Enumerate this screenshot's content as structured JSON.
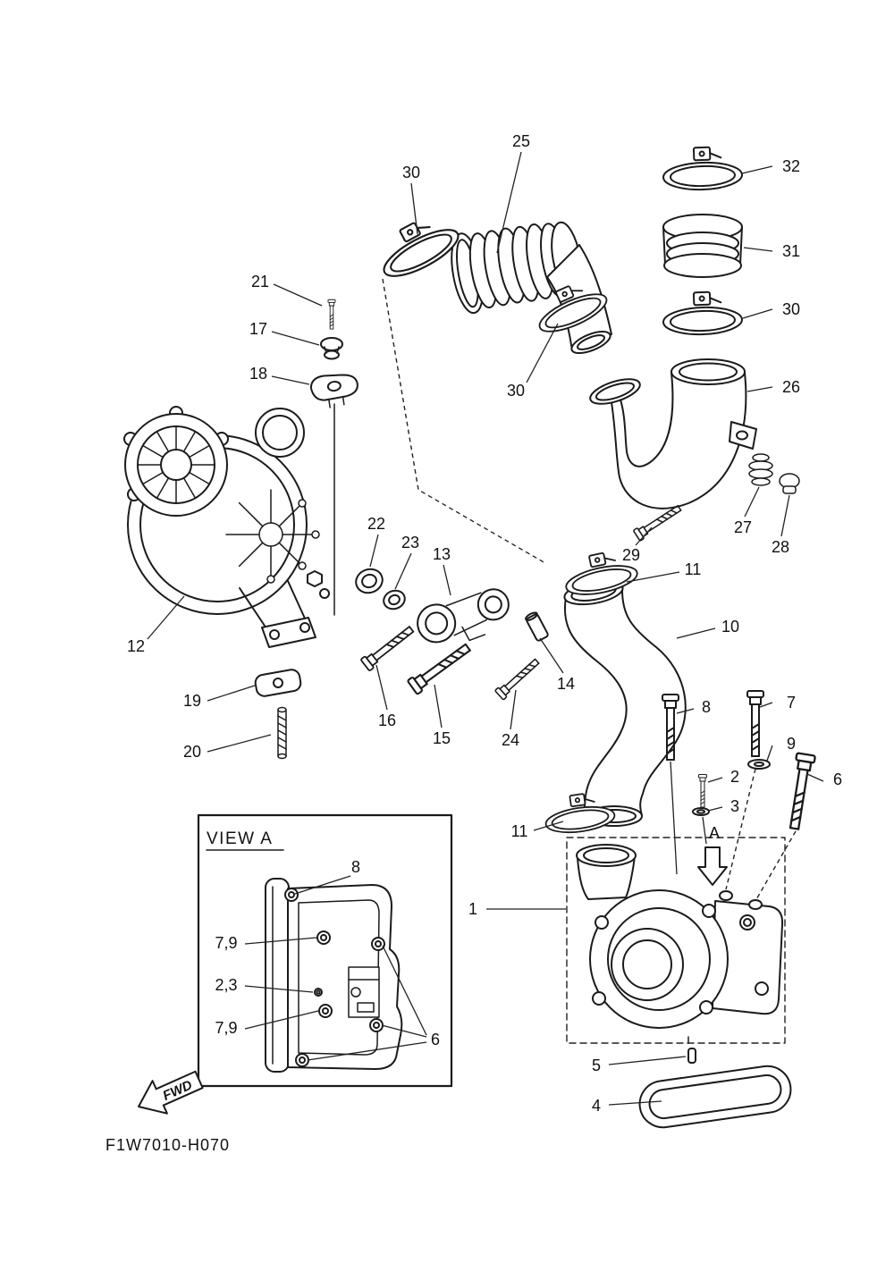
{
  "diagram": {
    "code": "F1W7010-H070",
    "view_label": "VIEW A",
    "fwd_label": "FWD",
    "section_marker": "A"
  },
  "callouts": [
    {
      "label": "25"
    },
    {
      "label": "30"
    },
    {
      "label": "32"
    },
    {
      "label": "31"
    },
    {
      "label": "30"
    },
    {
      "label": "26"
    },
    {
      "label": "21"
    },
    {
      "label": "17"
    },
    {
      "label": "18"
    },
    {
      "label": "30"
    },
    {
      "label": "27"
    },
    {
      "label": "28"
    },
    {
      "label": "29"
    },
    {
      "label": "11"
    },
    {
      "label": "22"
    },
    {
      "label": "23"
    },
    {
      "label": "13"
    },
    {
      "label": "10"
    },
    {
      "label": "12"
    },
    {
      "label": "14"
    },
    {
      "label": "16"
    },
    {
      "label": "15"
    },
    {
      "label": "24"
    },
    {
      "label": "19"
    },
    {
      "label": "20"
    },
    {
      "label": "8"
    },
    {
      "label": "7"
    },
    {
      "label": "9"
    },
    {
      "label": "6"
    },
    {
      "label": "2"
    },
    {
      "label": "3"
    },
    {
      "label": "11"
    },
    {
      "label": "1"
    },
    {
      "label": "5"
    },
    {
      "label": "4"
    }
  ],
  "view_a_callouts": [
    {
      "label": "8"
    },
    {
      "label": "7,9"
    },
    {
      "label": "2,3"
    },
    {
      "label": "7,9"
    },
    {
      "label": "6"
    }
  ]
}
